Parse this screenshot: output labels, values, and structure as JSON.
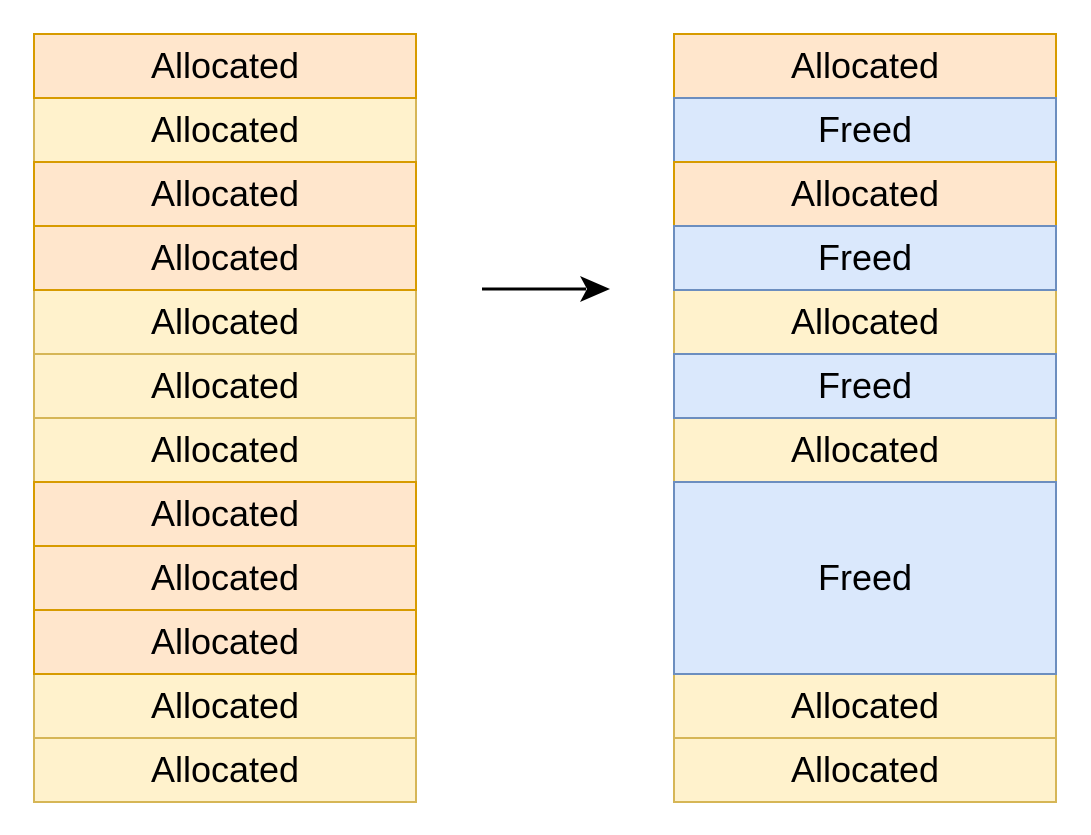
{
  "colors": {
    "allocated_light_fill": "#fff2cc",
    "allocated_light_stroke": "#d6b656",
    "allocated_dark_fill": "#ffe6cc",
    "allocated_dark_stroke": "#d79b00",
    "freed_fill": "#dae8fc",
    "freed_stroke": "#6c8ebf",
    "arrow": "#000000"
  },
  "before": {
    "blocks": [
      {
        "label": "Allocated",
        "kind": "allocated-dark",
        "units": 1
      },
      {
        "label": "Allocated",
        "kind": "allocated-light",
        "units": 1
      },
      {
        "label": "Allocated",
        "kind": "allocated-dark",
        "units": 1
      },
      {
        "label": "Allocated",
        "kind": "allocated-dark",
        "units": 1
      },
      {
        "label": "Allocated",
        "kind": "allocated-light",
        "units": 1
      },
      {
        "label": "Allocated",
        "kind": "allocated-light",
        "units": 1
      },
      {
        "label": "Allocated",
        "kind": "allocated-light",
        "units": 1
      },
      {
        "label": "Allocated",
        "kind": "allocated-dark",
        "units": 1
      },
      {
        "label": "Allocated",
        "kind": "allocated-dark",
        "units": 1
      },
      {
        "label": "Allocated",
        "kind": "allocated-dark",
        "units": 1
      },
      {
        "label": "Allocated",
        "kind": "allocated-light",
        "units": 1
      },
      {
        "label": "Allocated",
        "kind": "allocated-light",
        "units": 1
      }
    ]
  },
  "after": {
    "blocks": [
      {
        "label": "Allocated",
        "kind": "allocated-dark",
        "units": 1
      },
      {
        "label": "Freed",
        "kind": "freed",
        "units": 1
      },
      {
        "label": "Allocated",
        "kind": "allocated-dark",
        "units": 1
      },
      {
        "label": "Freed",
        "kind": "freed",
        "units": 1
      },
      {
        "label": "Allocated",
        "kind": "allocated-light",
        "units": 1
      },
      {
        "label": "Freed",
        "kind": "freed",
        "units": 1
      },
      {
        "label": "Allocated",
        "kind": "allocated-light",
        "units": 1
      },
      {
        "label": "Freed",
        "kind": "freed",
        "units": 3
      },
      {
        "label": "Allocated",
        "kind": "allocated-light",
        "units": 1
      },
      {
        "label": "Allocated",
        "kind": "allocated-light",
        "units": 1
      }
    ]
  }
}
